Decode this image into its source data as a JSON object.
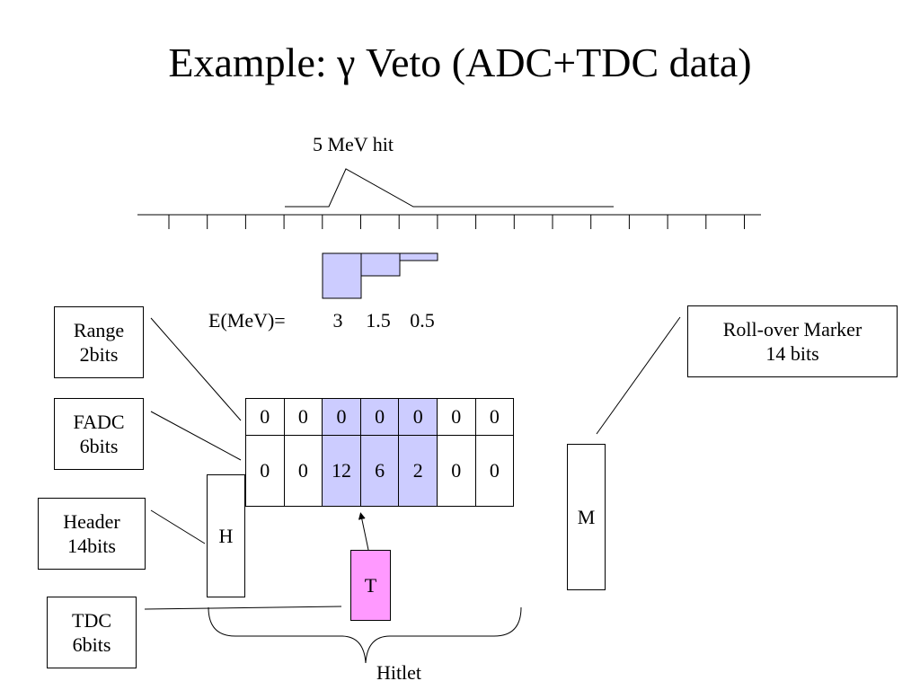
{
  "title": "Example: γ Veto (ADC+TDC data)",
  "pulse": {
    "label": "5 MeV hit"
  },
  "energy": {
    "label": "E(MeV)=",
    "values": [
      "3",
      "1.5",
      "0.5"
    ]
  },
  "range_box": {
    "line1": "Range",
    "line2": "2bits"
  },
  "fadc_box": {
    "line1": "FADC",
    "line2": "6bits"
  },
  "header_box": {
    "line1": "Header",
    "line2": "14bits"
  },
  "tdc_box": {
    "line1": "TDC",
    "line2": "6bits"
  },
  "rollover_box": {
    "line1": "Roll-over Marker",
    "line2": "14 bits"
  },
  "h_block": {
    "label": "H"
  },
  "t_block": {
    "label": "T"
  },
  "m_block": {
    "label": "M"
  },
  "hitlet": {
    "label": "Hitlet"
  },
  "data_table": {
    "range_row": [
      "0",
      "0",
      "0",
      "0",
      "0",
      "0",
      "0"
    ],
    "fadc_row": [
      "0",
      "0",
      "12",
      "6",
      "2",
      "0",
      "0"
    ],
    "highlight_columns": [
      2,
      3,
      4
    ]
  },
  "colors": {
    "highlight": "#ccccff",
    "tdc": "#ff99ff"
  }
}
